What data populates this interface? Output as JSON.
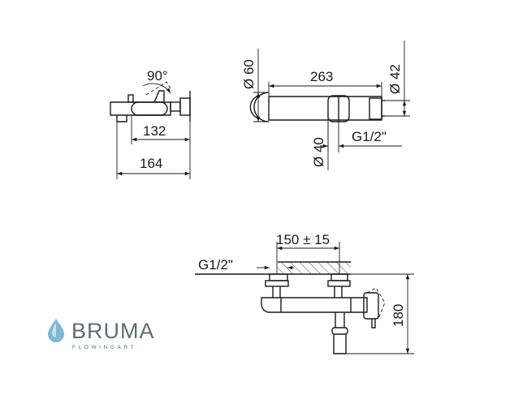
{
  "dimensions": {
    "rotation": "90°",
    "side_depth_inner": "132",
    "side_depth_outer": "164",
    "body_diameter": "Ø 60",
    "body_length": "263",
    "handle_diameter": "Ø 42",
    "body_ring_diameter": "Ø 40",
    "top_connection": "G1/2\"",
    "center_distance": "150 ± 15",
    "wall_connection": "G1/2\"",
    "height": "180"
  },
  "brand": {
    "name": "BRUMA",
    "tagline": "FLOWINGART",
    "accent": "#7fb6d3",
    "text_color": "#5f6c76"
  }
}
